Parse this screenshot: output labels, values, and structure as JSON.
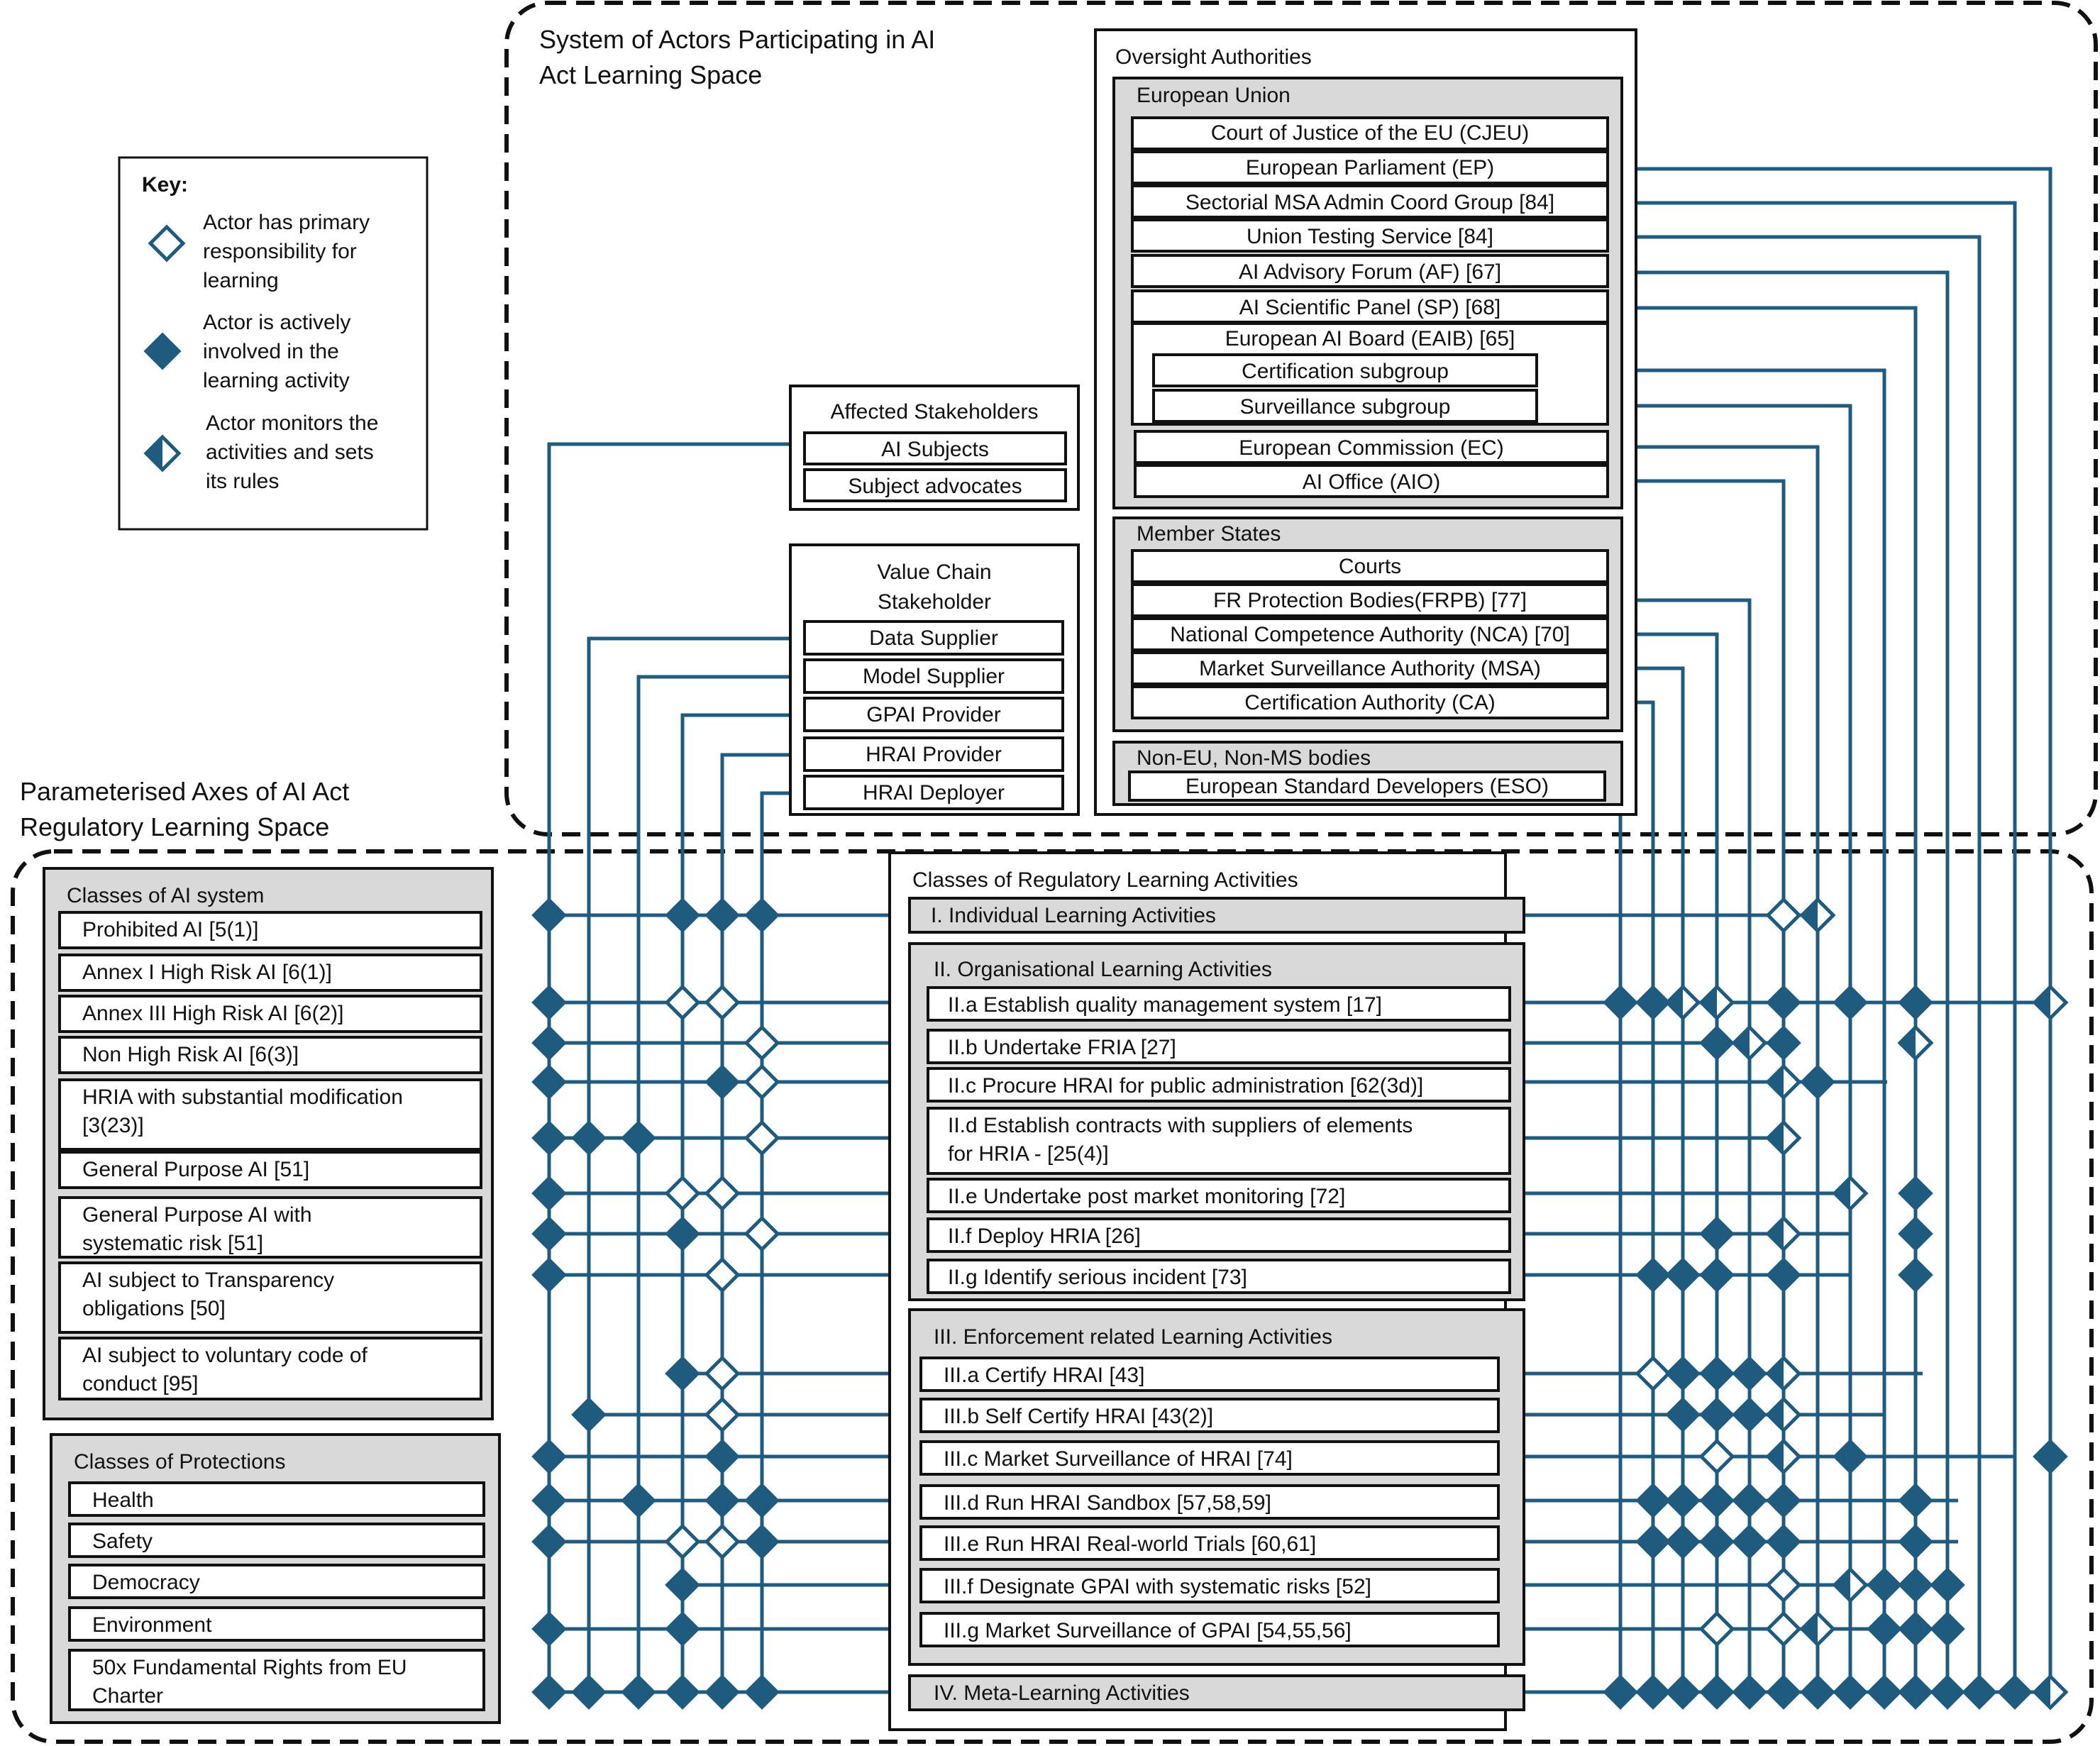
{
  "colors": {
    "line": "#1e5b7e",
    "box_border": "#111111",
    "grey": "#d9d9d9",
    "white": "#ffffff"
  },
  "actors_title_1": "System of Actors Participating in AI",
  "actors_title_2": "Act Learning Space",
  "axes_title_1": "Parameterised Axes of AI Act",
  "axes_title_2": "Regulatory Learning Space",
  "key": {
    "title": "Key:",
    "primary": [
      "Actor has primary",
      "responsibility for",
      "learning"
    ],
    "active": [
      "Actor is actively",
      "involved in the",
      "learning activity"
    ],
    "monitor": [
      "Actor monitors the",
      "activities and sets",
      "its rules"
    ]
  },
  "oversight": {
    "title": "Oversight Authorities",
    "eu_title": "European Union",
    "cjeu": "Court of Justice of the EU (CJEU)",
    "ep": "European Parliament (EP)",
    "msa_group": "Sectorial MSA Admin Coord Group [84]",
    "uts": "Union Testing Service [84]",
    "af": "AI Advisory Forum (AF) [67]",
    "sp": "AI Scientific Panel (SP) [68]",
    "eaib": "European AI Board (EAIB) [65]",
    "cert_sub": "Certification subgroup",
    "surv_sub": "Surveillance subgroup",
    "ec": "European Commission (EC)",
    "aio": "AI Office (AIO)",
    "ms_title": "Member States",
    "courts": "Courts",
    "frpb": "FR Protection Bodies(FRPB) [77]",
    "nca": "National Competence Authority (NCA) [70]",
    "msa": "Market Surveillance Authority (MSA)",
    "ca": "Certification Authority (CA)",
    "nonms_title": "Non-EU, Non-MS bodies",
    "eso": "European Standard Developers (ESO)"
  },
  "affected": {
    "title": "Affected Stakeholders",
    "subjects": "AI Subjects",
    "advocates": "Subject advocates"
  },
  "value_chain": {
    "title_1": "Value Chain",
    "title_2": "Stakeholder",
    "data": "Data Supplier",
    "model": "Model Supplier",
    "gpai": "GPAI Provider",
    "hrai_prov": "HRAI Provider",
    "hrai_dep": "HRAI Deployer"
  },
  "classes_ai": {
    "title": "Classes of AI system",
    "items": [
      [
        "Prohibited AI [5(1)]"
      ],
      [
        "Annex I High Risk AI [6(1)]"
      ],
      [
        "Annex III High Risk AI [6(2)]"
      ],
      [
        "Non High Risk AI [6(3)]"
      ],
      [
        "HRIA with substantial modification",
        "[3(23)]"
      ],
      [
        "General Purpose AI [51]"
      ],
      [
        "General Purpose AI with",
        "systematic risk [51]"
      ],
      [
        "AI subject to Transparency",
        "obligations [50]"
      ],
      [
        "AI subject to voluntary code of",
        "conduct [95]"
      ]
    ]
  },
  "protections": {
    "title": "Classes of Protections",
    "items": [
      [
        "Health"
      ],
      [
        "Safety"
      ],
      [
        "Democracy"
      ],
      [
        "Environment"
      ],
      [
        "50x Fundamental Rights from EU",
        "Charter"
      ]
    ]
  },
  "activities": {
    "title": "Classes of Regulatory Learning Activities",
    "individual": "I. Individual Learning Activities",
    "org_title": "II. Organisational Learning Activities",
    "org": [
      [
        "II.a Establish quality management system [17]"
      ],
      [
        "II.b Undertake FRIA [27]"
      ],
      [
        "II.c Procure HRAI for public administration [62(3d)]"
      ],
      [
        "II.d Establish contracts with suppliers of elements",
        "for HRIA - [25(4)]"
      ],
      [
        "II.e Undertake post market monitoring [72]"
      ],
      [
        "II.f Deploy HRIA [26]"
      ],
      [
        "II.g Identify serious incident [73]"
      ]
    ],
    "enf_title": "III. Enforcement related  Learning Activities",
    "enf": [
      [
        "III.a Certify HRAI [43]"
      ],
      [
        "III.b Self Certify HRAI [43(2)]"
      ],
      [
        "III.c Market Surveillance of HRAI [74]"
      ],
      [
        "III.d Run HRAI Sandbox [57,58,59]"
      ],
      [
        "III.e Run HRAI Real-world Trials [60,61]"
      ],
      [
        "III.f Designate GPAI with systematic risks  [52]"
      ],
      [
        "III.g Market Surveillance of GPAI [54,55,56]"
      ]
    ],
    "meta": "IV. Meta-Learning Activities"
  }
}
